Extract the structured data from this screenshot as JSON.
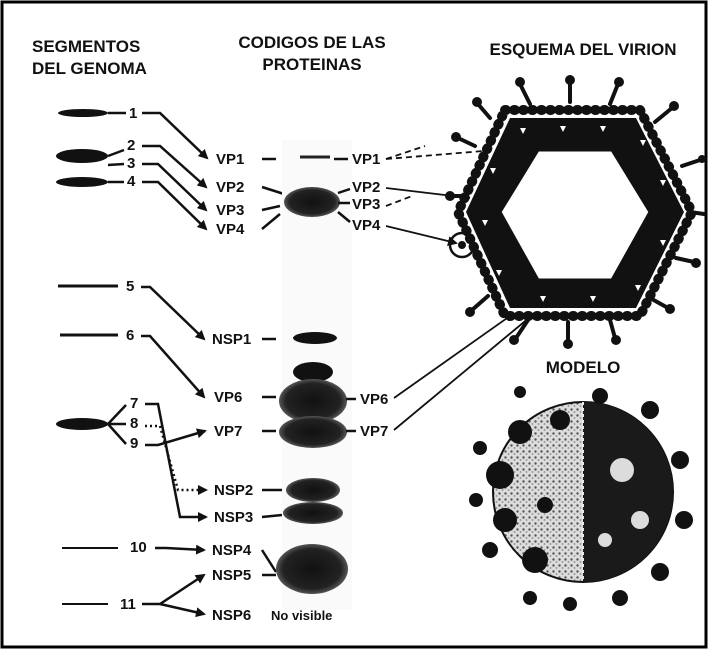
{
  "headers": {
    "segments_line1": "SEGMENTOS",
    "segments_line2": "DEL GENOMA",
    "codes_line1": "CODIGOS DE LAS",
    "codes_line2": "PROTEINAS",
    "schema": "ESQUEMA DEL VIRION",
    "model": "MODELO"
  },
  "segments": [
    "1",
    "2",
    "3",
    "4",
    "5",
    "6",
    "7",
    "8",
    "9",
    "10",
    "11"
  ],
  "proteins": {
    "vp1": "VP1",
    "vp2": "VP2",
    "vp3": "VP3",
    "vp4": "VP4",
    "nsp1": "NSP1",
    "vp6": "VP6",
    "vp7": "VP7",
    "nsp2": "NSP2",
    "nsp3": "NSP3",
    "nsp4": "NSP4",
    "nsp5": "NSP5",
    "nsp6": "NSP6"
  },
  "gel_labels": {
    "vp1": "VP1",
    "vp2": "VP2",
    "vp3": "VP3",
    "vp4": "VP4",
    "vp6": "VP6",
    "vp7": "VP7"
  },
  "not_visible": "No visible",
  "colors": {
    "ink": "#111111",
    "border": "#000000",
    "background": "#ffffff"
  }
}
